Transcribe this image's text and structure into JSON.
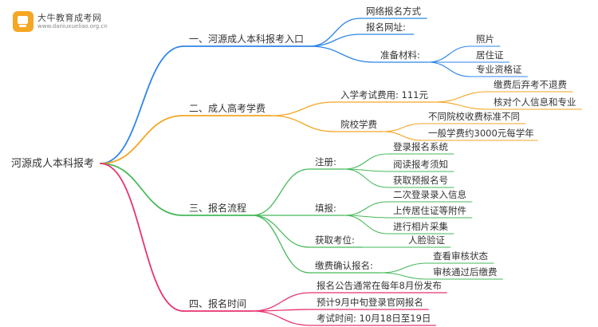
{
  "brand": {
    "title": "大牛教育成考网",
    "url": "www.daniuxueliao.org.cn"
  },
  "colors": {
    "branch1": "#2f86e8",
    "branch2": "#f5a623",
    "branch3": "#46b95a",
    "branch4": "#e8336e",
    "text": "#333333",
    "logo": "#f5a623"
  },
  "root": "河源成人本科报考",
  "branches": [
    {
      "label": "一、河源成人本科报考入口",
      "children": [
        {
          "label": "网络报名方式"
        },
        {
          "label": "报名网址:"
        },
        {
          "label": "准备材料:",
          "children": [
            {
              "label": "照片"
            },
            {
              "label": "居住证"
            },
            {
              "label": "专业资格证"
            }
          ]
        }
      ]
    },
    {
      "label": "二、成人高考学费",
      "children": [
        {
          "label": "入学考试费用: 111元",
          "children": [
            {
              "label": "缴费后弃考不退费"
            },
            {
              "label": "核对个人信息和专业"
            }
          ]
        },
        {
          "label": "院校学费",
          "children": [
            {
              "label": "不同院校收费标准不同"
            },
            {
              "label": "一般学费约3000元每学年"
            }
          ]
        }
      ]
    },
    {
      "label": "三、报名流程",
      "children": [
        {
          "label": "注册:",
          "children": [
            {
              "label": "登录报名系统"
            },
            {
              "label": "阅读报考须知"
            },
            {
              "label": "获取预报名号"
            }
          ]
        },
        {
          "label": "填报:",
          "children": [
            {
              "label": "二次登录录入信息"
            },
            {
              "label": "上传居住证等附件"
            },
            {
              "label": "进行相片采集"
            }
          ]
        },
        {
          "label": "获取考位:",
          "children": [
            {
              "label": "人脸验证"
            }
          ]
        },
        {
          "label": "缴费确认报名:",
          "children": [
            {
              "label": "查看审核状态"
            },
            {
              "label": "审核通过后缴费"
            }
          ]
        }
      ]
    },
    {
      "label": "四、报名时间",
      "children": [
        {
          "label": "报名公告通常在每年8月份发布"
        },
        {
          "label": "预计9月中旬登录官网报名"
        },
        {
          "label": "考试时间: 10月18日至19日"
        }
      ]
    }
  ]
}
